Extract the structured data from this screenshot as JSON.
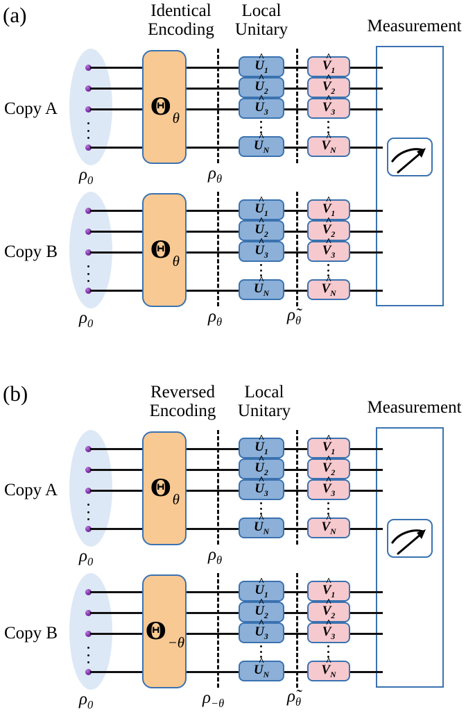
{
  "figure": {
    "type": "quantum-circuit-diagram",
    "panels": [
      {
        "id": "a",
        "label": "(a)",
        "headers": {
          "encoding": "Identical\nEncoding",
          "encoding_line1": "Identical",
          "encoding_line2": "Encoding",
          "unitary_line1": "Local",
          "unitary_line2": "Unitary",
          "measurement": "Measurement"
        },
        "rows": [
          {
            "copy_label": "Copy A",
            "input_state": "ρ",
            "input_state_sub": "0",
            "encoding_symbol": "Θ",
            "encoding_sub": "θ",
            "after_encoding_state": "ρ",
            "after_encoding_sub": "θ",
            "u_gates": [
              "1",
              "2",
              "3",
              "N"
            ],
            "v_gates": [
              "1",
              "2",
              "3",
              "N"
            ]
          },
          {
            "copy_label": "Copy B",
            "input_state": "ρ",
            "input_state_sub": "0",
            "encoding_symbol": "Θ",
            "encoding_sub": "θ",
            "after_encoding_state": "ρ",
            "after_encoding_sub": "θ",
            "after_unitary_state": "ρ̃",
            "after_unitary_sub": "θ",
            "u_gates": [
              "1",
              "2",
              "3",
              "N"
            ],
            "v_gates": [
              "1",
              "2",
              "3",
              "N"
            ]
          }
        ]
      },
      {
        "id": "b",
        "label": "(b)",
        "headers": {
          "encoding_line1": "Reversed",
          "encoding_line2": "Encoding",
          "unitary_line1": "Local",
          "unitary_line2": "Unitary",
          "measurement": "Measurement"
        },
        "rows": [
          {
            "copy_label": "Copy A",
            "input_state": "ρ",
            "input_state_sub": "0",
            "encoding_symbol": "Θ",
            "encoding_sub": "θ",
            "after_encoding_state": "ρ",
            "after_encoding_sub": "θ",
            "u_gates": [
              "1",
              "2",
              "3",
              "N"
            ],
            "v_gates": [
              "1",
              "2",
              "3",
              "N"
            ]
          },
          {
            "copy_label": "Copy B",
            "input_state": "ρ",
            "input_state_sub": "0",
            "encoding_symbol": "Θ",
            "encoding_sub": "−θ",
            "after_encoding_state": "ρ",
            "after_encoding_sub": "−θ",
            "after_unitary_state": "ρ̃",
            "after_unitary_sub": "θ",
            "u_gates": [
              "1",
              "2",
              "3",
              "N"
            ],
            "v_gates": [
              "1",
              "2",
              "3",
              "N"
            ]
          }
        ]
      }
    ],
    "gate_symbols": {
      "u": "U",
      "v": "V",
      "hat": "^"
    },
    "icons": {
      "measurement_gauge": "gauge-meter-icon"
    },
    "colors": {
      "encoding_fill": "#F9C993",
      "u_gate_fill": "#8CB0D8",
      "v_gate_fill": "#F6C9CE",
      "box_border": "#3A72B0",
      "ellipse_fill": "#DDE8F6",
      "qubit_dot": "#7C2EA8",
      "wire": "#111111"
    }
  }
}
